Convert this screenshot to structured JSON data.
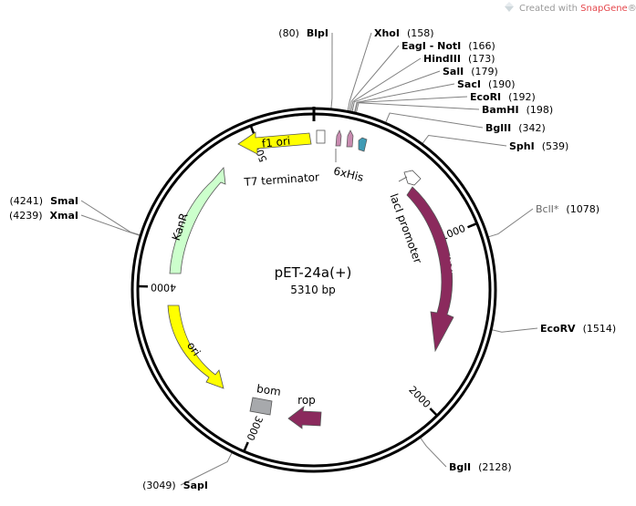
{
  "watermark": {
    "prefix": "Created with ",
    "brand": "SnapGene",
    "suffix": "®"
  },
  "plasmid": {
    "name": "pET-24a(+)",
    "length_label": "5310 bp",
    "length": 5310
  },
  "ticks": [
    {
      "pos": 1000,
      "label": "1000"
    },
    {
      "pos": 2000,
      "label": "2000"
    },
    {
      "pos": 3000,
      "label": "3000"
    },
    {
      "pos": 4000,
      "label": "4000"
    },
    {
      "pos": 5000,
      "label": "5000"
    }
  ],
  "sites": [
    {
      "name": "BlpI",
      "position": "(80)",
      "pos": 80,
      "side": "left",
      "unique": false
    },
    {
      "name": "XhoI",
      "position": "(158)",
      "pos": 158,
      "side": "right",
      "unique": false
    },
    {
      "name": "EagI - NotI",
      "position": "(166)",
      "pos": 166,
      "side": "right",
      "unique": false
    },
    {
      "name": "HindIII",
      "position": "(173)",
      "pos": 173,
      "side": "right",
      "unique": false
    },
    {
      "name": "SalI",
      "position": "(179)",
      "pos": 179,
      "side": "right",
      "unique": false
    },
    {
      "name": "SacI",
      "position": "(190)",
      "pos": 190,
      "side": "right",
      "unique": false
    },
    {
      "name": "EcoRI",
      "position": "(192)",
      "pos": 192,
      "side": "right",
      "unique": false
    },
    {
      "name": "BamHI",
      "position": "(198)",
      "pos": 198,
      "side": "right",
      "unique": false
    },
    {
      "name": "BglII",
      "position": "(342)",
      "pos": 342,
      "side": "right",
      "unique": false
    },
    {
      "name": "SphI",
      "position": "(539)",
      "pos": 539,
      "side": "right",
      "unique": false
    },
    {
      "name": "BclI*",
      "position": "(1078)",
      "pos": 1078,
      "side": "right",
      "unique": true
    },
    {
      "name": "EcoRV",
      "position": "(1514)",
      "pos": 1514,
      "side": "right",
      "unique": false
    },
    {
      "name": "BglI",
      "position": "(2128)",
      "pos": 2128,
      "side": "right",
      "unique": false
    },
    {
      "name": "SapI",
      "position": "(3049)",
      "pos": 3049,
      "side": "left",
      "unique": false
    },
    {
      "name": "XmaI",
      "position": "(4239)",
      "pos": 4239,
      "side": "left",
      "unique": false
    },
    {
      "name": "SmaI",
      "position": "(4241)",
      "pos": 4241,
      "side": "left",
      "unique": false
    }
  ],
  "features": {
    "f1_ori": {
      "label": "f1 ori",
      "color": "#ffff00"
    },
    "kanr": {
      "label": "KanR",
      "color": "#ccffcc"
    },
    "ori": {
      "label": "ori",
      "color": "#ffff00"
    },
    "laci": {
      "label": "lacI",
      "color": "#8b2a5d"
    },
    "rop": {
      "label": "rop",
      "color": "#8b2a5d"
    },
    "bom": {
      "label": "bom",
      "color": "#a7a9ac"
    },
    "t7_terminator": {
      "label": "T7 terminator"
    },
    "his_tag": {
      "label": "6xHis"
    },
    "laci_promoter": {
      "label": "lacI promoter"
    }
  }
}
